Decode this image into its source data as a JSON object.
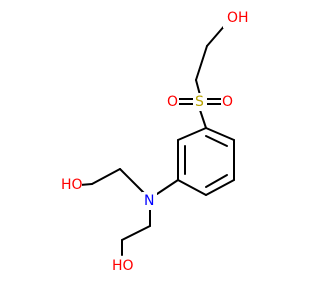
{
  "molecule": {
    "atoms": {
      "oh_top": {
        "text": "OH",
        "color": "#ff0000"
      },
      "o_left": {
        "text": "O",
        "color": "#ff0000"
      },
      "s": {
        "text": "S",
        "color": "#b8a300"
      },
      "o_right": {
        "text": "O",
        "color": "#ff0000"
      },
      "ho_left": {
        "text": "HO",
        "color": "#ff0000"
      },
      "n": {
        "text": "N",
        "color": "#0000ff"
      },
      "ho_bottom": {
        "text": "HO",
        "color": "#ff0000"
      }
    }
  }
}
